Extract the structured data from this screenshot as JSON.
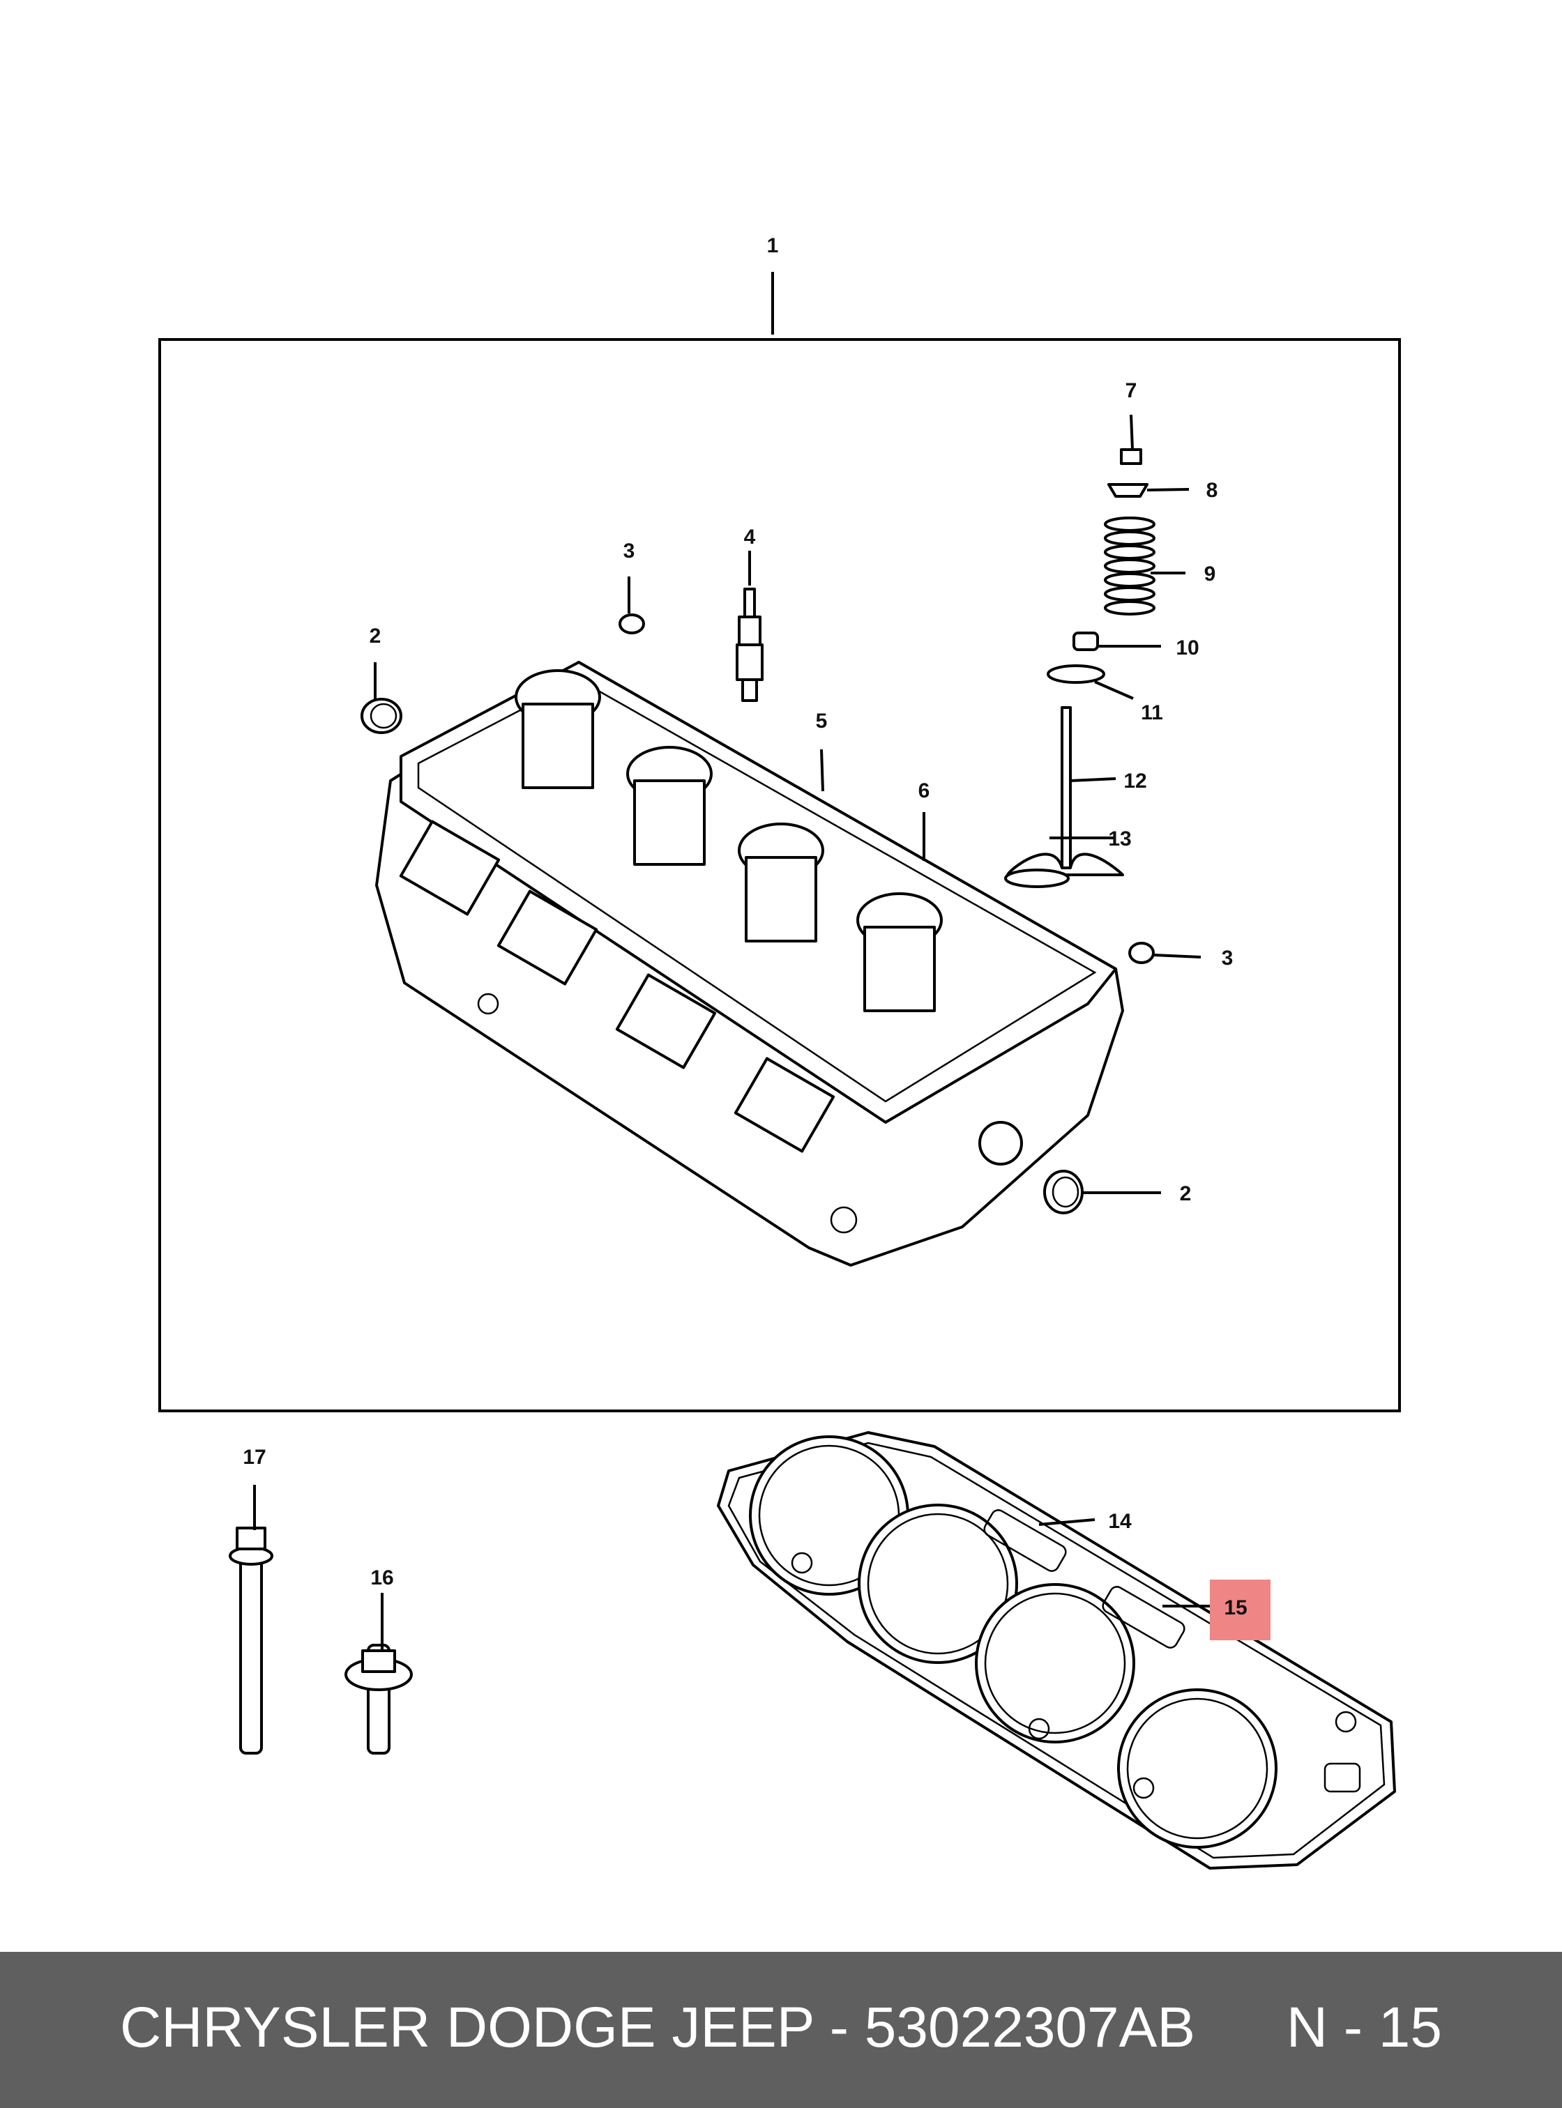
{
  "callouts": {
    "c1": "1",
    "c2a": "2",
    "c2b": "2",
    "c3a": "3",
    "c3b": "3",
    "c4": "4",
    "c5": "5",
    "c6": "6",
    "c7": "7",
    "c8": "8",
    "c9": "9",
    "c10": "10",
    "c11": "11",
    "c12": "12",
    "c13": "13",
    "c14": "14",
    "c15": "15",
    "c16": "16",
    "c17": "17"
  },
  "highlight": {
    "callout": "15",
    "color": "#f08585"
  },
  "footer": {
    "title": "CHRYSLER DODGE JEEP - 53022307AB",
    "page": "N - 15"
  },
  "colors": {
    "footer_bg": "#5f5f5f",
    "footer_text": "#ffffff"
  }
}
